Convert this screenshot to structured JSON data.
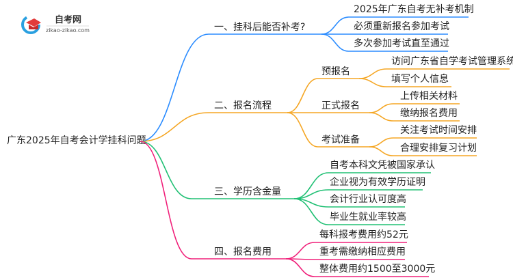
{
  "logo": {
    "title": "自考网",
    "subtitle": "zikao-zikao.com"
  },
  "root": "广东2025年自考会计学挂科问题",
  "colors": {
    "blue": "#2b8cff",
    "orange": "#f5a623",
    "green": "#20c074",
    "pink": "#f0207a"
  },
  "branches": [
    {
      "label": "一、挂科后能否补考?",
      "children": [
        {
          "label": "2025年广东自考无补考机制"
        },
        {
          "label": "必须重新报名参加考试"
        },
        {
          "label": "多次参加考试直至通过"
        }
      ]
    },
    {
      "label": "二、报名流程",
      "children": [
        {
          "label": "预报名",
          "children": [
            {
              "label": "访问广东省自学考试管理系统"
            },
            {
              "label": "填写个人信息"
            }
          ]
        },
        {
          "label": "正式报名",
          "children": [
            {
              "label": "上传相关材料"
            },
            {
              "label": "缴纳报名费用"
            }
          ]
        },
        {
          "label": "考试准备",
          "children": [
            {
              "label": "关注考试时间安排"
            },
            {
              "label": "合理安排复习计划"
            }
          ]
        }
      ]
    },
    {
      "label": "三、学历含金量",
      "children": [
        {
          "label": "自考本科文凭被国家承认"
        },
        {
          "label": "企业视为有效学历证明"
        },
        {
          "label": "会计行业认可度高"
        },
        {
          "label": "毕业生就业率较高"
        }
      ]
    },
    {
      "label": "四、报名费用",
      "children": [
        {
          "label": "每科报考费用约52元"
        },
        {
          "label": "重考需缴纳相应费用"
        },
        {
          "label": "整体费用约1500至3000元"
        }
      ]
    }
  ]
}
